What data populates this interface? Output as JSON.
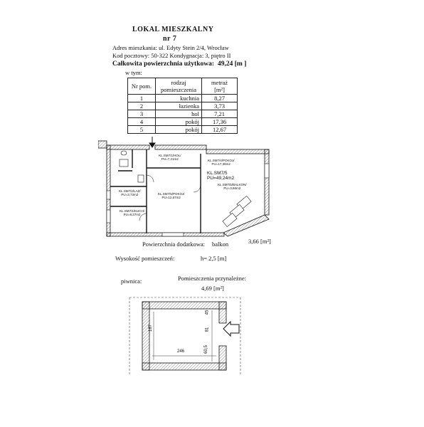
{
  "header": {
    "title": "LOKAL MIESZKALNY",
    "number": "nr 7",
    "address": "Adres mieszkania:  ul. Edyty Stein 2/4, Wrocław",
    "postal": "Kod pocztowy:  50-322 Kondygnacja:  3, piętro II",
    "total_label": "Całkowita powierzchnia użytkowa:",
    "total_value": "49,24 [m ]",
    "w_tym": "w tym:"
  },
  "table": {
    "col_nr": "Nr pom.",
    "col_type_1": "rodzaj",
    "col_type_2": "pomieszczenia",
    "col_area_1": "metraż",
    "col_area_2": "[m²]",
    "rows": [
      {
        "nr": "1",
        "name": "kuchnia",
        "area": "8,27"
      },
      {
        "nr": "2",
        "name": "łazienka",
        "area": "3,73"
      },
      {
        "nr": "3",
        "name": "hol",
        "area": "7,21"
      },
      {
        "nr": "4",
        "name": "pokój",
        "area": "17,36"
      },
      {
        "nr": "5",
        "name": "pokój",
        "area": "12,67"
      }
    ]
  },
  "plan": {
    "hall_1": "KL.SM7/1/HOL/",
    "hall_2": "PU=7,21m2",
    "room4_1": "KL.SM7/4/POKOJ/",
    "room4_2": "PU=17,36m2",
    "unit_1": "KL.SM7/5",
    "unit_2": "PU=49,24m2",
    "balcony_1": "KL.SM7/5/BALKON/",
    "balcony_2": "PU=3,66m2",
    "room5_1": "KL.SM7/5/POKOJ/",
    "room5_2": "PU=12,67m2",
    "bath_1": "KL.SM7/2/LAZ/",
    "bath_2": "PU=3,73m2",
    "kitchen_1": "KL.SM7/1/KUCH/",
    "kitchen_2": "PU=8,27m2"
  },
  "extra": {
    "additional_label": "Powierzchnia  dodatkowa:",
    "balcony": "balkon",
    "balcony_area": "3,66 [m²]",
    "height_label": "Wysokość pomieszczeń:",
    "height_value": "h= 2,5 [m]",
    "cellar_label": "piwnica:",
    "accessory_label": "Pomieszczenia  przynależne:",
    "accessory_area": "4,69 [m²]"
  },
  "cellar_plan": {
    "dim_width": "246",
    "dim_height": "187",
    "dim_a": "45",
    "dim_b": "81",
    "dim_c": "60,5"
  }
}
